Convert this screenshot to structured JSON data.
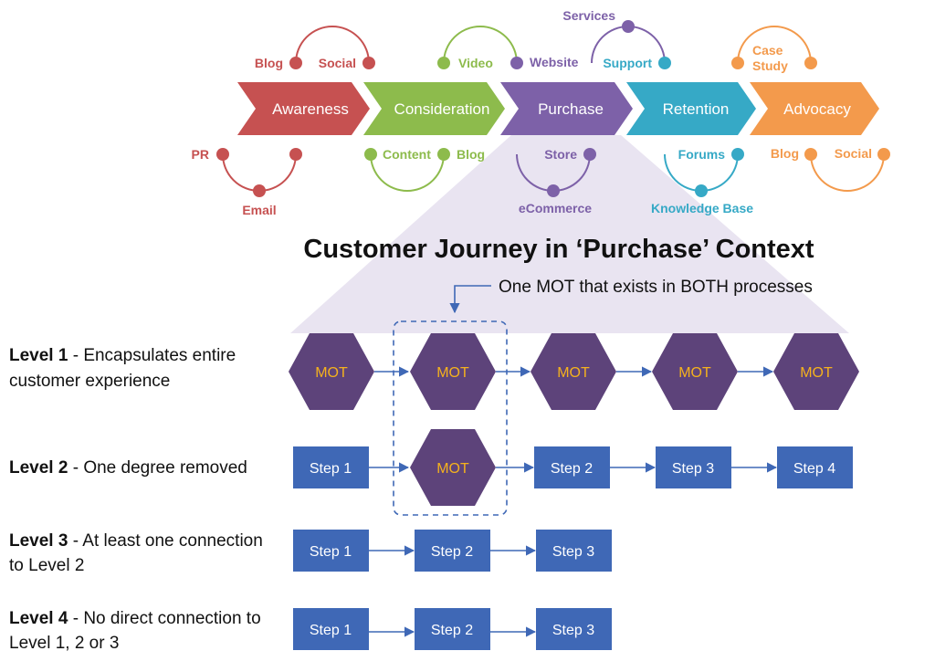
{
  "colors": {
    "awareness": "#c65151",
    "consideration": "#8dbb4c",
    "purchase": "#7d61a8",
    "retention": "#36a9c6",
    "advocacy": "#f39a4c",
    "mot_fill": "#5d437a",
    "mot_text": "#f5b21d",
    "step_fill": "#3f68b6",
    "arrow": "#3f68b6",
    "funnel": "#e6e0ef"
  },
  "stages": [
    {
      "label": "Awareness"
    },
    {
      "label": "Consideration"
    },
    {
      "label": "Purchase"
    },
    {
      "label": "Retention"
    },
    {
      "label": "Advocacy"
    }
  ],
  "touchpoints": {
    "awareness_top": [
      "Blog",
      "Social"
    ],
    "awareness_bottom": [
      "PR",
      "Email"
    ],
    "consideration_top": [
      "Video",
      "Website"
    ],
    "consideration_bottom": [
      "Content",
      "Blog"
    ],
    "purchase_top": [
      "Services",
      "Support"
    ],
    "purchase_bottom": [
      "Store",
      "eCommerce"
    ],
    "retention_bottom": [
      "Forums",
      "Knowledge Base"
    ],
    "advocacy_top": [
      "Case",
      "Study"
    ],
    "advocacy_bottom": [
      "Blog",
      "Social"
    ]
  },
  "title": "Customer Journey in ‘Purchase’ Context",
  "note": "One MOT that exists in BOTH processes",
  "levels": [
    {
      "name": "Level 1",
      "desc_line1": " - Encapsulates entire",
      "desc_line2": "customer experience",
      "items": [
        "MOT",
        "MOT",
        "MOT",
        "MOT",
        "MOT"
      ]
    },
    {
      "name": "Level 2",
      "desc_line1": " - One degree removed",
      "desc_line2": "",
      "items": [
        "Step 1",
        "MOT",
        "Step 2",
        "Step 3",
        "Step 4"
      ]
    },
    {
      "name": "Level 3",
      "desc_line1": " - At least one connection",
      "desc_line2": "to Level 2",
      "items": [
        "Step 1",
        "Step 2",
        "Step 3"
      ]
    },
    {
      "name": "Level 4",
      "desc_line1": " - No direct connection to",
      "desc_line2": "Level 1, 2 or 3",
      "items": [
        "Step 1",
        "Step 2",
        "Step 3"
      ]
    }
  ]
}
